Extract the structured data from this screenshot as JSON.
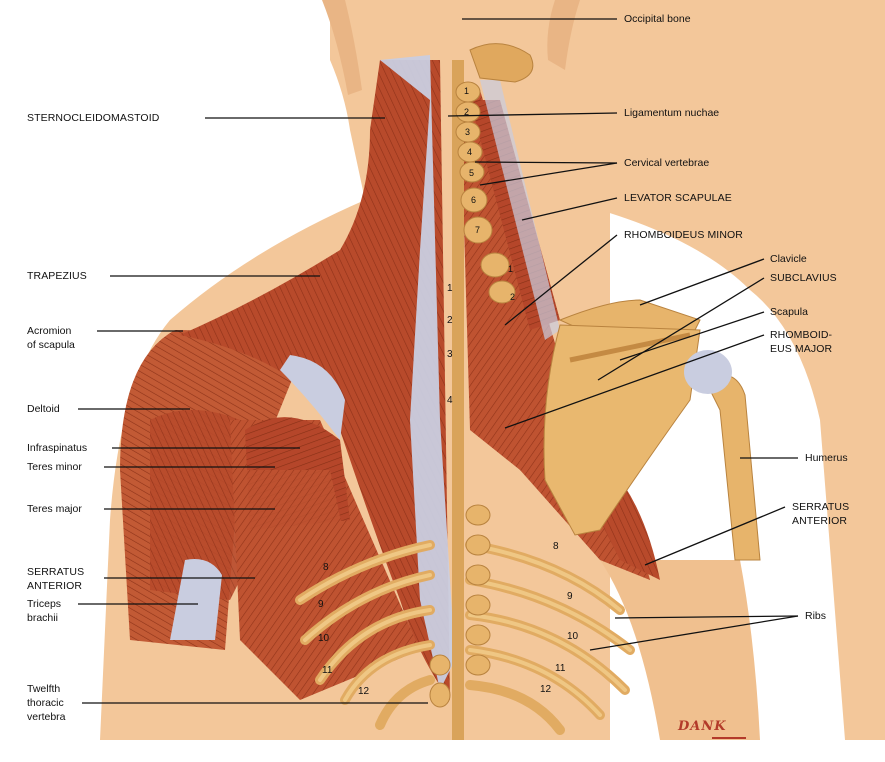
{
  "labels": {
    "occipital_bone": "Occipital bone",
    "ligamentum_nuchae": "Ligamentum nuchae",
    "cervical_vertebrae": "Cervical vertebrae",
    "levator_scapulae": "LEVATOR SCAPULAE",
    "rhomboideus_minor": "RHOMBOIDEUS MINOR",
    "clavicle": "Clavicle",
    "subclavius": "SUBCLAVIUS",
    "scapula": "Scapula",
    "rhomboideus_major": "RHOMBOID-\nEUS MAJOR",
    "humerus": "Humerus",
    "serratus_anterior_right": "SERRATUS\nANTERIOR",
    "ribs": "Ribs",
    "sternocleidomastoid": "STERNOCLEIDOMASTOID",
    "trapezius": "TRAPEZIUS",
    "acromion": "Acromion\nof scapula",
    "deltoid": "Deltoid",
    "infraspinatus": "Infraspinatus",
    "teres_minor": "Teres minor",
    "teres_major": "Teres major",
    "serratus_anterior_left": "SERRATUS\nANTERIOR",
    "triceps": "Triceps\nbrachii",
    "twelfth_thoracic": "Twelfth\nthoracic\nvertebra"
  },
  "cervical_numbers": [
    "1",
    "2",
    "3",
    "4",
    "5",
    "6",
    "7"
  ],
  "thoracic_numbers": [
    "1",
    "2",
    "3",
    "4"
  ],
  "upper_rib_numbers": [
    "1",
    "2"
  ],
  "left_rib_numbers": [
    "8",
    "9",
    "10",
    "11",
    "12"
  ],
  "right_rib_numbers": [
    "8",
    "9",
    "10",
    "11",
    "12"
  ],
  "signature": "DANK",
  "colors": {
    "skin": "#f3c79a",
    "muscle": "#b94a2c",
    "muscle_dark": "#8e3119",
    "tendon": "#c9cde0",
    "bone": "#e7b46b",
    "label_line": "#111111"
  }
}
